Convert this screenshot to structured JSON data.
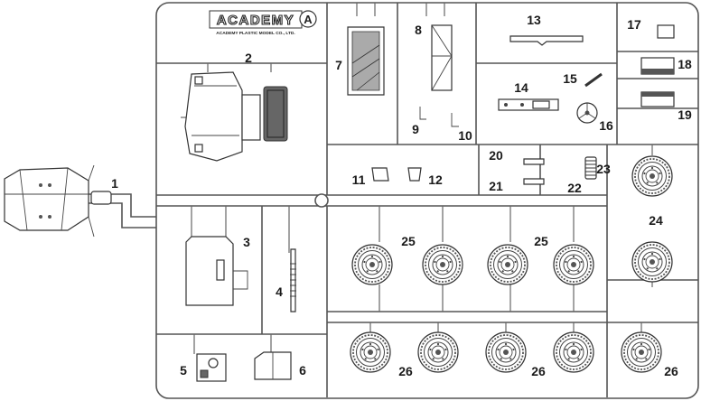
{
  "sprue": {
    "logo": {
      "brand": "ACADEMY",
      "subtitle": "ACADEMY PLASTIC MODEL CO., LTD.",
      "sprue_letter": "A"
    },
    "part_numbers": {
      "p1": "1",
      "p2": "2",
      "p3": "3",
      "p4": "4",
      "p5": "5",
      "p6": "6",
      "p7": "7",
      "p8": "8",
      "p9": "9",
      "p10": "10",
      "p11": "11",
      "p12": "12",
      "p13": "13",
      "p14": "14",
      "p15": "15",
      "p16": "16",
      "p17": "17",
      "p18": "18",
      "p19": "19",
      "p20": "20",
      "p21": "21",
      "p22": "22",
      "p23": "23",
      "p24": "24",
      "p25a": "25",
      "p25b": "25",
      "p26a": "26",
      "p26b": "26",
      "p26c": "26"
    }
  }
}
